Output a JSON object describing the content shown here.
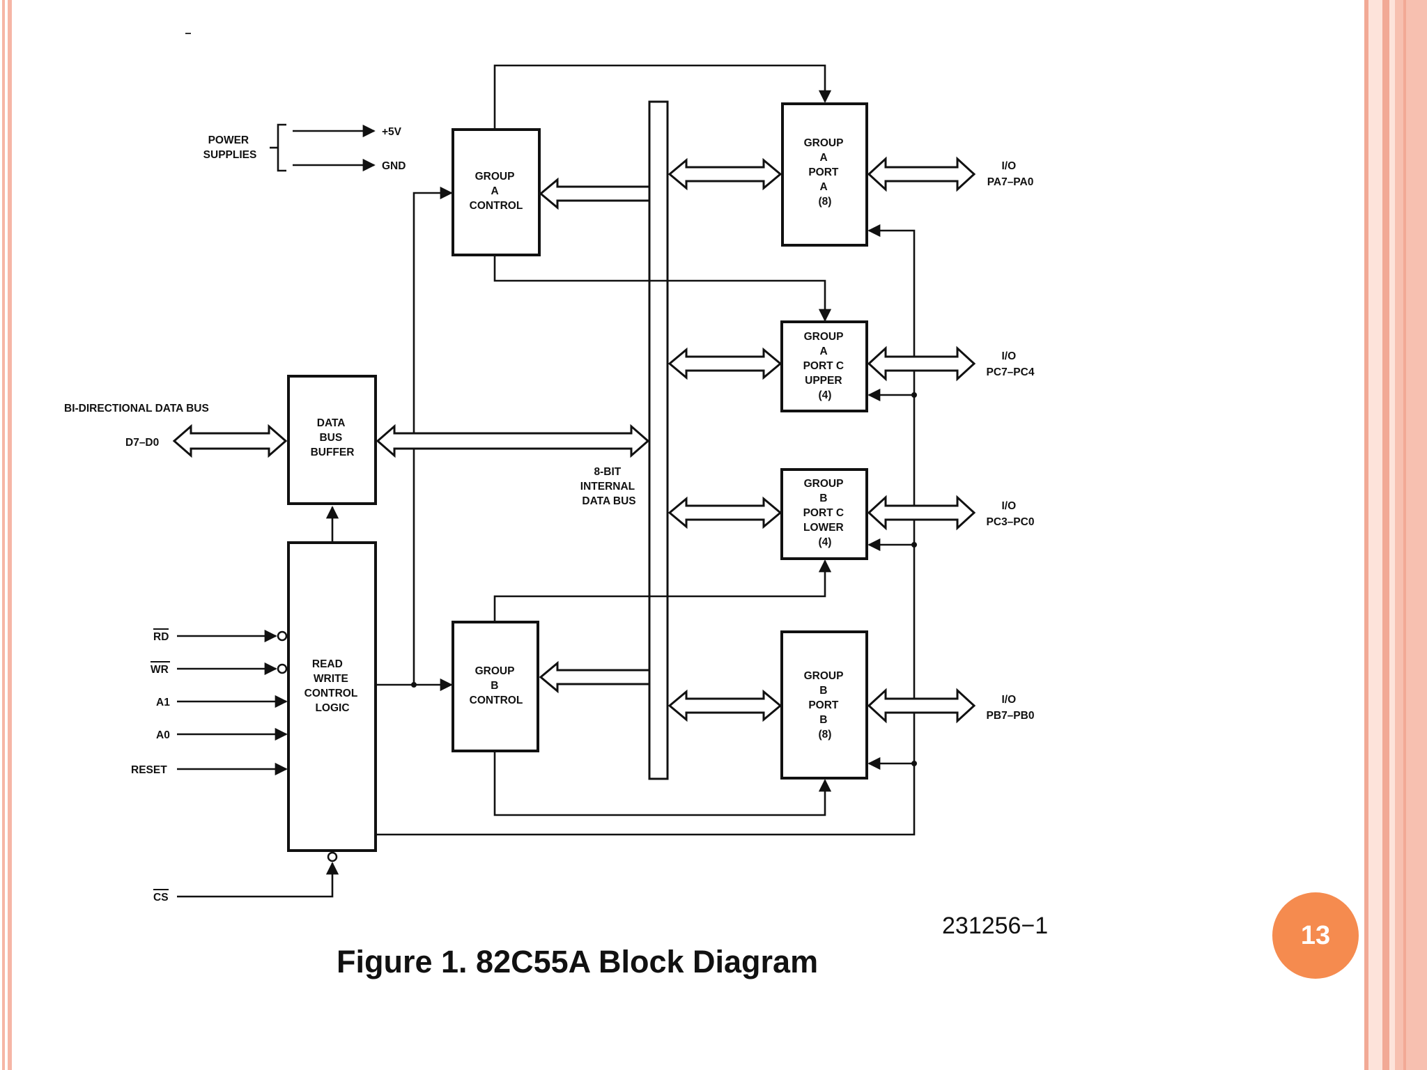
{
  "page_number": "13",
  "colors": {
    "badge": "#f58b4f",
    "border": "#f2a995"
  },
  "figure": {
    "id": "231256−1",
    "caption": "Figure 1. 82C55A Block Diagram"
  },
  "blocks": {
    "group_a_control": [
      "GROUP",
      "A",
      "CONTROL"
    ],
    "group_a_port_a": [
      "GROUP",
      "A",
      "PORT",
      "A",
      "(8)"
    ],
    "group_a_port_c_upper": [
      "GROUP",
      "A",
      "PORT C",
      "UPPER",
      "(4)"
    ],
    "group_b_port_c_lower": [
      "GROUP",
      "B",
      "PORT C",
      "LOWER",
      "(4)"
    ],
    "group_b_port_b": [
      "GROUP",
      "B",
      "PORT",
      "B",
      "(8)"
    ],
    "data_bus_buffer": [
      "DATA",
      "BUS",
      "BUFFER"
    ],
    "read_write_control_logic": [
      "READ",
      "WRITE",
      "CONTROL",
      "LOGIC"
    ],
    "group_b_control": [
      "GROUP",
      "B",
      "CONTROL"
    ]
  },
  "labels": {
    "internal_bus": [
      "8-BIT",
      "INTERNAL",
      "DATA BUS"
    ],
    "power_supplies": [
      "POWER",
      "SUPPLIES"
    ],
    "plus5v": "+5V",
    "gnd": "GND",
    "bidirectional_bus": "BI-DIRECTIONAL DATA BUS",
    "d7_d0": "D7–D0",
    "io_pa": [
      "I/O",
      "PA7–PA0"
    ],
    "io_pc_upper": [
      "I/O",
      "PC7–PC4"
    ],
    "io_pc_lower": [
      "I/O",
      "PC3–PC0"
    ],
    "io_pb": [
      "I/O",
      "PB7–PB0"
    ],
    "rd": "RD",
    "wr": "WR",
    "a1": "A1",
    "a0": "A0",
    "reset": "RESET",
    "cs": "CS"
  }
}
